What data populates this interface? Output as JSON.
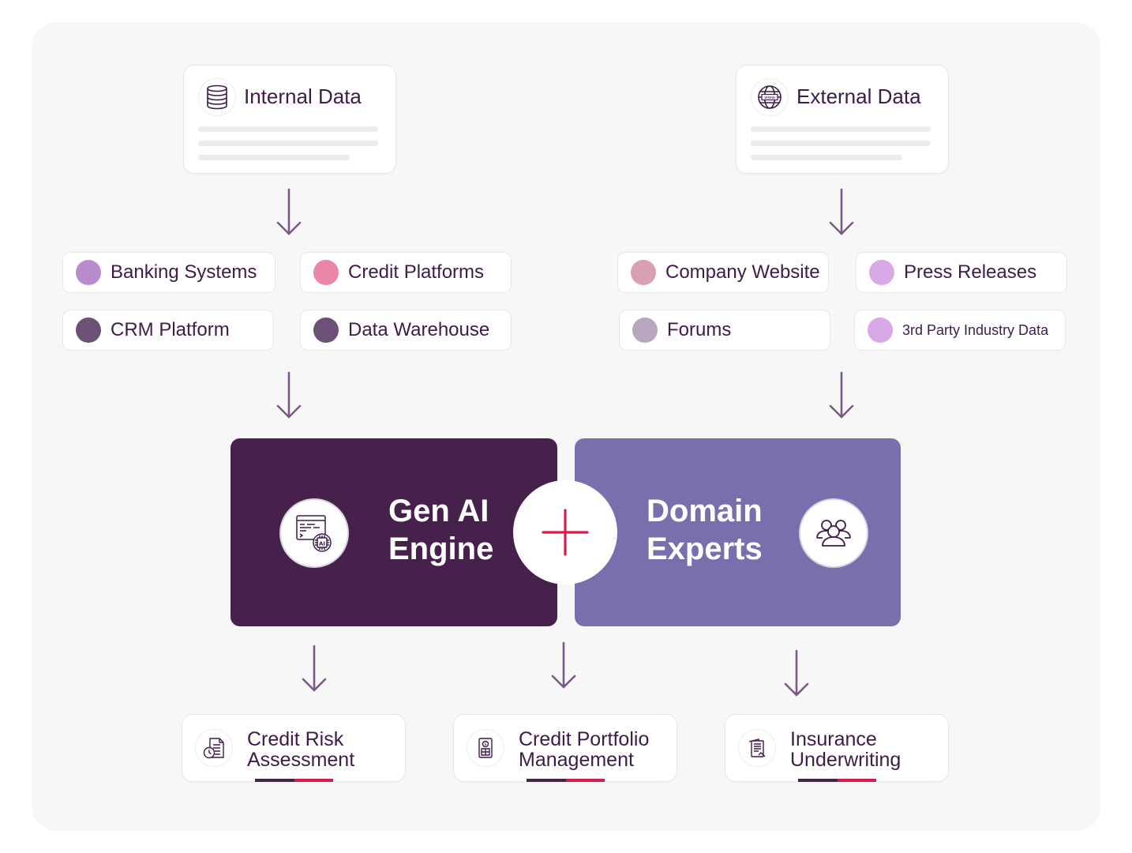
{
  "internal": {
    "title": "Internal Data",
    "icon": "database-icon",
    "sources": [
      "Banking Systems",
      "Credit Platforms",
      "CRM Platform",
      "Data Warehouse"
    ]
  },
  "external": {
    "title": "External Data",
    "icon": "globe-www-icon",
    "sources": [
      "Company Website",
      "Press Releases",
      "Forums",
      "3rd Party Industry Data"
    ]
  },
  "engine": {
    "left_line1": "Gen AI",
    "left_line2": "Engine",
    "right_line1": "Domain",
    "right_line2": "Experts",
    "left_icon": "ai-code-window-icon",
    "right_icon": "people-group-icon",
    "join_icon": "plus-icon"
  },
  "outputs": [
    {
      "line1": "Credit Risk",
      "line2": "Assessment",
      "icon": "clock-document-icon"
    },
    {
      "line1": "Credit Portfolio",
      "line2": "Management",
      "icon": "money-document-icon"
    },
    {
      "line1": "Insurance",
      "line2": "Underwriting",
      "icon": "stacked-documents-icon"
    }
  ],
  "colors": {
    "dark_purple": "#45214c",
    "lavender": "#7a6fac",
    "accent_red": "#d81b4e",
    "arrow": "#7b5a86",
    "dot_banking": "#b88bcc",
    "dot_credit": "#ec86a9",
    "dot_crm": "#6d5075",
    "dot_warehouse": "#6d5075",
    "dot_company": "#d9a0b1",
    "dot_press": "#d9a8e6",
    "dot_forums": "#b8a6bf",
    "dot_thirdparty": "#d9a8e6"
  }
}
